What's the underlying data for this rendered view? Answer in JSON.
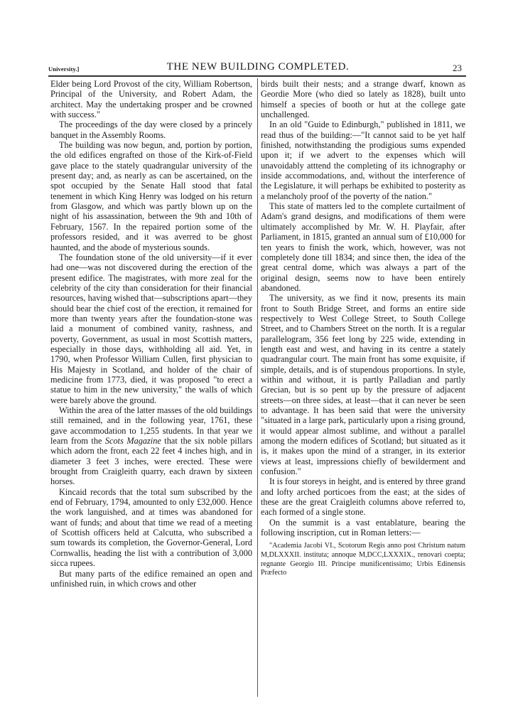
{
  "header": {
    "running_head": "University.]",
    "title": "THE NEW BUILDING COMPLETED.",
    "page_number": "23"
  },
  "left_column": {
    "paragraphs": [
      "Elder being Lord Provost of the city, William Robertson, Principal of the University, and Robert Adam, the architect. May the undertaking prosper and be crowned with success.\"",
      "The proceedings of the day were closed by a princely banquet in the Assembly Rooms.",
      "The building was now begun, and, portion by portion, the old edifices engrafted on those of the Kirk-of-Field gave place to the stately quadrangular university of the present day; and, as nearly as can be ascertained, on the spot occupied by the Senate Hall stood that fatal tenement in which King Henry was lodged on his return from Glasgow, and which was partly blown up on the night of his assassination, between the 9th and 10th of February, 1567. In the repaired portion some of the professors resided, and it was averred to be ghost haunted, and the abode of mysterious sounds.",
      "The foundation stone of the old university—if it ever had one—was not discovered during the erection of the present edifice. The magistrates, with more zeal for the celebrity of the city than consideration for their financial resources, having wished that—subscriptions apart—they should bear the chief cost of the erection, it remained for more than twenty years after the foundation-stone was laid a monument of combined vanity, rashness, and poverty, Government, as usual in most Scottish matters, especially in those days, withholding all aid. Yet, in 1790, when Professor William Cullen, first physician to His Majesty in Scotland, and holder of the chair of medicine from 1773, died, it was proposed \"to erect a statue to him in the new university,\" the walls of which were barely above the ground.",
      "Within the area of the latter masses of the old buildings still remained, and in the following year, 1761, these gave accommodation to 1,255 students. In that year we learn from the",
      "Kincaid records that the total sum subscribed by the end of February, 1794, amounted to only £32,000. Hence the work languished, and at times was abandoned for want of funds; and about that time we read of a meeting of Scottish officers held at Calcutta, who subscribed a sum towards its completion, the Governor-General, Lord Cornwallis, heading the list with a contribution of 3,000 sicca rupees.",
      "But many parts of the edifice remained an open and unfinished ruin, in which crows and other"
    ],
    "p5_italic": "Scots Magazine",
    "p5_rest": "that the six noble pillars which adorn the front, each 22 feet 4 inches high, and in diameter 3 feet 3 inches, were erected. These were brought from Craigleith quarry, each drawn by sixteen horses."
  },
  "right_column": {
    "paragraphs": [
      "birds built their nests; and a strange dwarf, known as Geordie More (who died so lately as 1828), built unto himself a species of booth or hut at the college gate unchallenged.",
      "In an old \"Guide to Edinburgh,\" published in 1811, we read thus of the building:—\"It cannot said to be yet half finished, notwithstanding the prodigious sums expended upon it; if we advert to the expenses which will unavoidably atttend the completing of its ichnography or inside accommodations, and, without the interference of the Legislature, it will perhaps be exhibited to posterity as a melancholy proof of the poverty of the nation.\"",
      "This state of matters led to the complete curtailment of Adam's grand designs, and modifications of them were ultimately accomplished by Mr. W. H. Playfair, after Parliament, in 1815, granted an annual sum of £10,000 for ten years to finish the work, which, however, was not completely done till 1834; and since then, the idea of the great central dome, which was always a part of the original design, seems now to have been entirely abandoned.",
      "The university, as we find it now, presents its main front to South Bridge Street, and forms an entire side respectively to West College Street, to South College Street, and to Chambers Street on the north. It is a regular parallelogram, 356 feet long by 225 wide, extending in length east and west, and having in its centre a stately quadrangular court. The main front has some exquisite, if simple, details, and is of stupendous proportions. In style, within and without, it is partly Palladian and partly Grecian, but is so pent up by the pressure of adjacent streets—on three sides, at least—that it can never be seen to advantage. It has been said that were the university \"situated in a large park, particularly upon a rising ground, it would appear almost sublime, and without a parallel among the modern edifices of Scotland; but situated as it is, it makes upon the mind of a stranger, in its exterior views at least, impressions chiefly of bewilderment and confusion.\"",
      "It is four storeys in height, and is entered by three grand and lofty arched porticoes from the east; at the sides of these are the great Craigleith columns above referred to, each formed of a single stone.",
      "On the summit is a vast entablature, bearing the following inscription, cut in Roman letters:—"
    ],
    "inscription": "\"Academia Jacobi VI., Scotorum Regis anno post Christum natum M,DLXXXII. instituta; annoque M,DCC,LXXXIX., renovari coepta; regnante Georgio III. Principe munificentissimo; Urbis Edinensis Præfecto"
  }
}
